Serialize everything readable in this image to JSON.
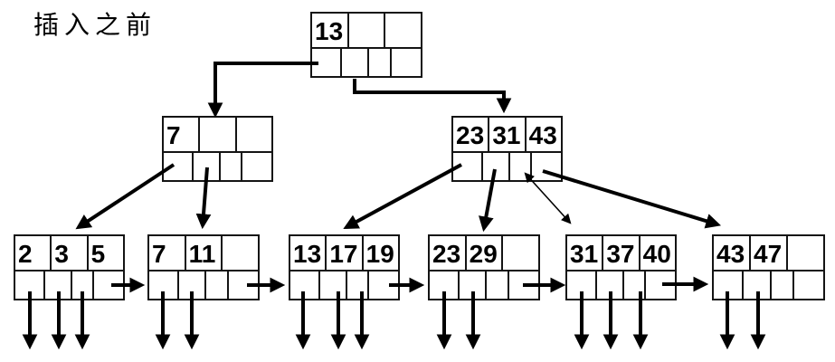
{
  "title": "插入之前",
  "tree": {
    "root": {
      "keys": [
        "13",
        "",
        ""
      ]
    },
    "internals": [
      {
        "keys": [
          "7",
          "",
          ""
        ]
      },
      {
        "keys": [
          "23",
          "31",
          "43"
        ]
      }
    ],
    "leaves": [
      {
        "keys": [
          "2",
          "3",
          "5"
        ]
      },
      {
        "keys": [
          "7",
          "11",
          ""
        ]
      },
      {
        "keys": [
          "13",
          "17",
          "19"
        ]
      },
      {
        "keys": [
          "23",
          "29",
          ""
        ]
      },
      {
        "keys": [
          "31",
          "37",
          "40"
        ]
      },
      {
        "keys": [
          "43",
          "47",
          ""
        ]
      }
    ]
  },
  "colors": {
    "line": "#000000",
    "text": "#000000",
    "background": "#ffffff"
  }
}
